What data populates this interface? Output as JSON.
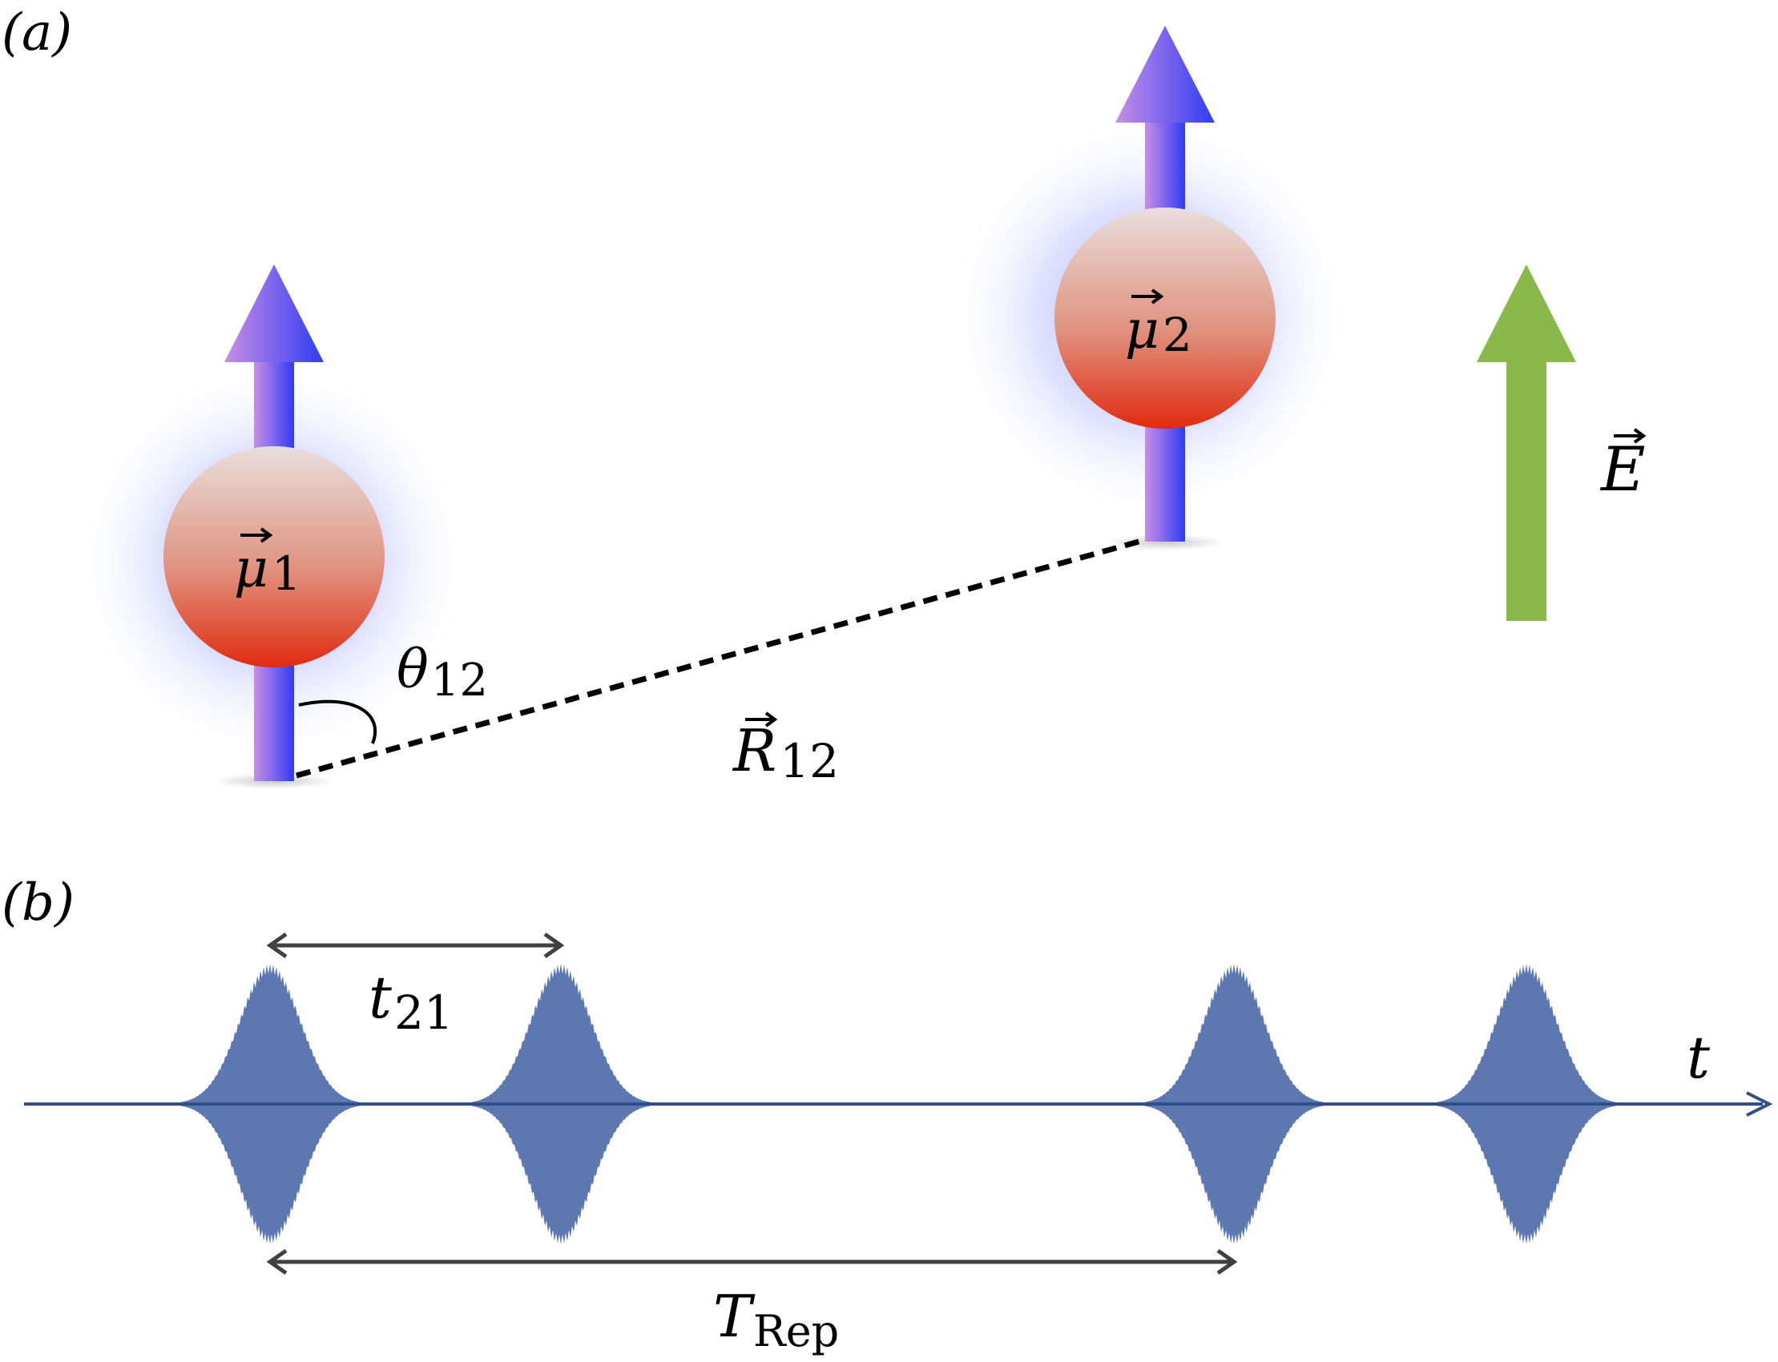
{
  "panel_a": {
    "label": "(a)",
    "dipole1": {
      "label_base": "μ",
      "label_sub": "1"
    },
    "dipole2": {
      "label_base": "μ",
      "label_sub": "2"
    },
    "field": {
      "label": "E",
      "color": "#8ab94a"
    },
    "separation": {
      "label_base": "R",
      "label_sub": "12"
    },
    "angle": {
      "label_base": "θ",
      "label_sub": "12"
    }
  },
  "panel_b": {
    "label": "(b)",
    "time_axis": {
      "label": "t",
      "color": "#2e4f8a"
    },
    "pulse_color": "#5d77b0",
    "delay": {
      "label_base": "t",
      "label_sub": "21"
    },
    "repetition": {
      "label_base": "T",
      "label_sub": "Rep"
    }
  },
  "colors": {
    "sphere_top": "#e6d9d6",
    "sphere_bottom": "#e02b10",
    "arrow_left": "#c88ee6",
    "arrow_right": "#2f3cf5",
    "halo": "#5a6cff"
  }
}
